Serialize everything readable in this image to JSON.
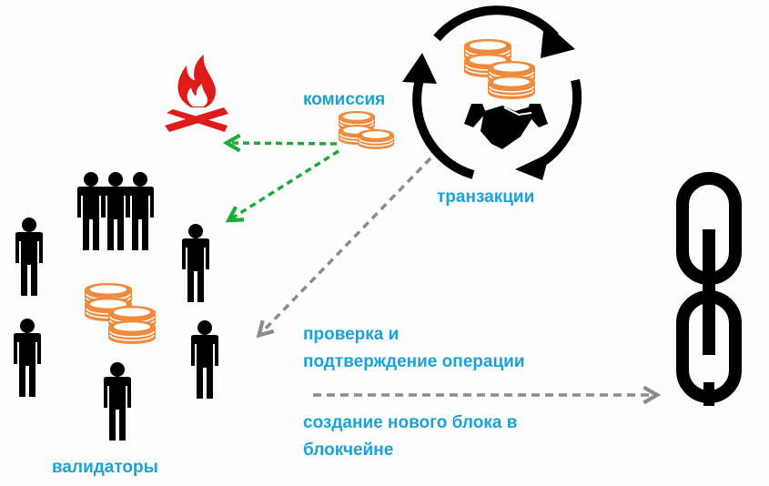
{
  "labels": {
    "fee": "комиссия",
    "transactions": "транзакции",
    "validators": "валидаторы",
    "verify_line1": "проверка и",
    "verify_line2": "подтверждение операции",
    "block_line1": "создание нового блока в",
    "block_line2": "блокчейне"
  },
  "icons": [
    "fire-icon",
    "coins-icon",
    "handshake-icon",
    "cycle-arrows-icon",
    "person-icon",
    "chain-icon"
  ],
  "colors": {
    "label": "#1aa2da",
    "coin": "#f08a3c",
    "fire": "#e01b1b",
    "green_arrow": "#1fab3c",
    "gray_arrow": "#8c8c8c",
    "icon": "#000000"
  }
}
